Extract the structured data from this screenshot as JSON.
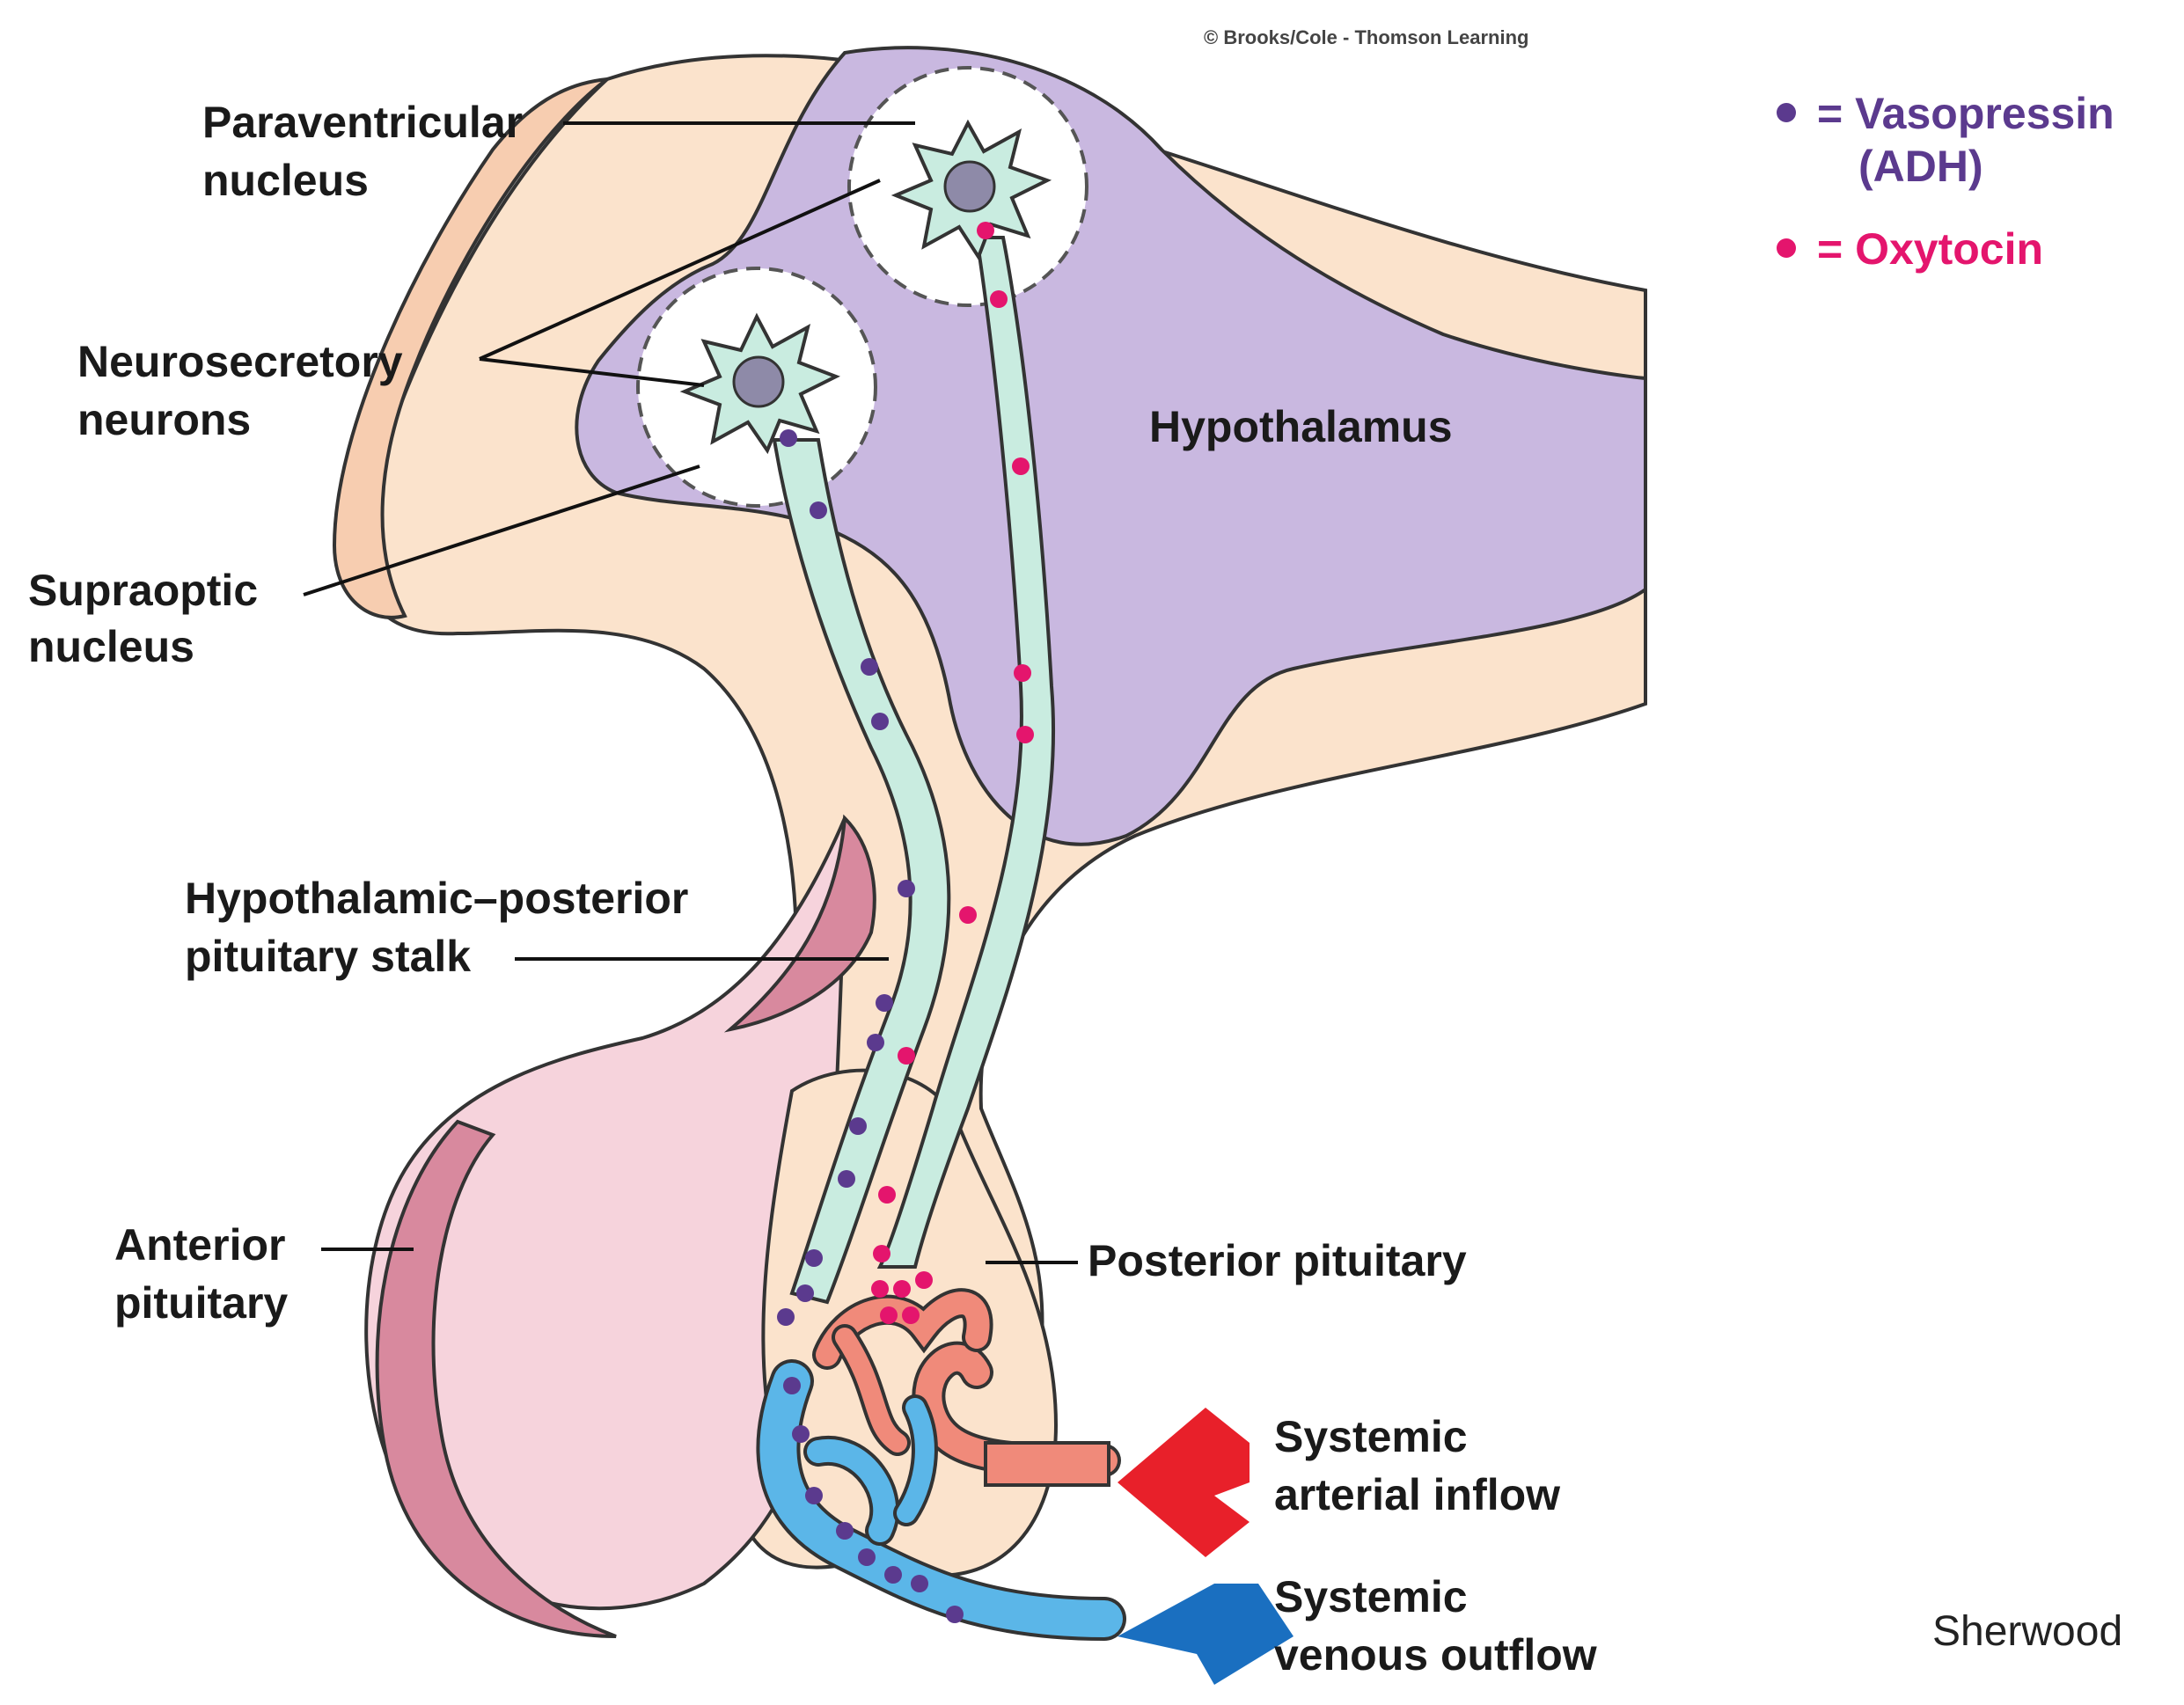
{
  "copyright": "© Brooks/Cole - Thomson Learning",
  "signature": "Sherwood",
  "legend": {
    "vasopressin_line1": "= Vasopressin",
    "vasopressin_line2": "(ADH)",
    "oxytocin": "= Oxytocin",
    "vasopressin_color": "#5b3a8e",
    "oxytocin_color": "#e4156d"
  },
  "labels": {
    "paraventricular_1": "Paraventricular",
    "paraventricular_2": "nucleus",
    "neurosecretory_1": "Neurosecretory",
    "neurosecretory_2": "neurons",
    "supraoptic_1": "Supraoptic",
    "supraoptic_2": "nucleus",
    "hypothalamus": "Hypothalamus",
    "stalk_1": "Hypothalamic–posterior",
    "stalk_2": "pituitary stalk",
    "anterior_1": "Anterior",
    "anterior_2": "pituitary",
    "posterior": "Posterior pituitary",
    "arterial_1": "Systemic",
    "arterial_2": "arterial inflow",
    "venous_1": "Systemic",
    "venous_2": "venous outflow"
  },
  "colors": {
    "hypothalamus": "#c9b8e0",
    "tissue": "#fbe3cc",
    "anterior_pituitary": "#f6d3dc",
    "anterior_rim": "#d8899e",
    "neuron": "#c9ece0",
    "artery": "#f08a7a",
    "vein": "#5bb6e8",
    "arterial_arrow": "#e8202a",
    "venous_arrow": "#1a6fc0"
  }
}
